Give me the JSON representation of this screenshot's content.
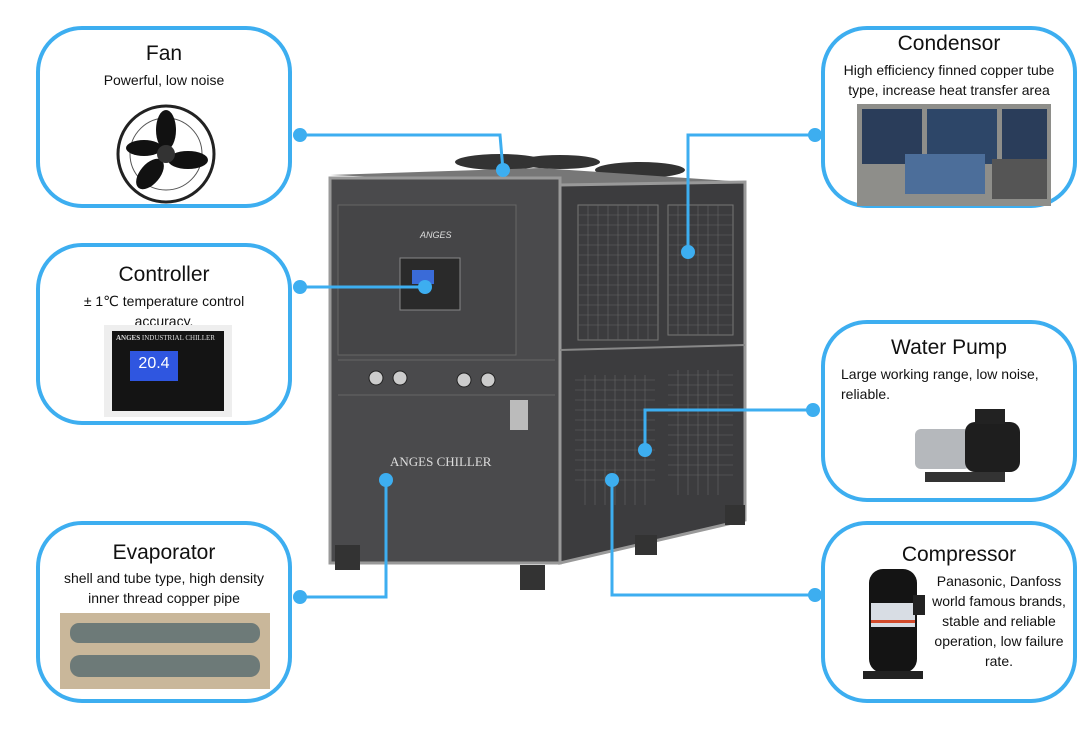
{
  "components": {
    "fan": {
      "title": "Fan",
      "description": "Powerful, low noise"
    },
    "controller": {
      "title": "Controller",
      "description": "± 1℃ temperature control accuracy.",
      "panel_brand": "ANGES",
      "panel_title": "INDUSTRIAL CHILLER",
      "display_value": "20.4"
    },
    "evaporator": {
      "title": "Evaporator",
      "description": "shell and tube type, high density inner thread copper pipe"
    },
    "condensor": {
      "title": "Condensor",
      "description": "High efficiency finned copper tube type, increase heat transfer area"
    },
    "water_pump": {
      "title": "Water Pump",
      "description": "Large working range, low noise, reliable."
    },
    "compressor": {
      "title": "Compressor",
      "description": "Panasonic, Danfoss world famous brands, stable and reliable operation, low failure rate."
    }
  },
  "machine": {
    "brand": "ANGES",
    "label": "ANGES    CHILLER"
  },
  "colors": {
    "accent": "#3daef0",
    "machine": "#4a4a4c"
  }
}
